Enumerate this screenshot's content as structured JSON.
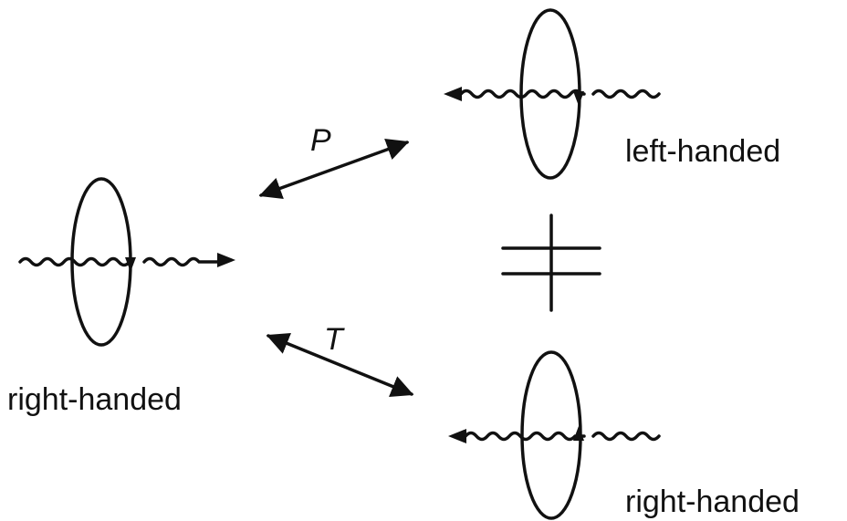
{
  "labels": {
    "left_state": "right-handed",
    "top_right_state": "left-handed",
    "bottom_right_state": "right-handed",
    "parity_operator": "P",
    "time_operator": "T"
  },
  "relation": {
    "symbol": "not-equal",
    "between": [
      "top_right_state",
      "bottom_right_state"
    ]
  },
  "colors": {
    "ink": "#111111",
    "background": "#ffffff"
  }
}
